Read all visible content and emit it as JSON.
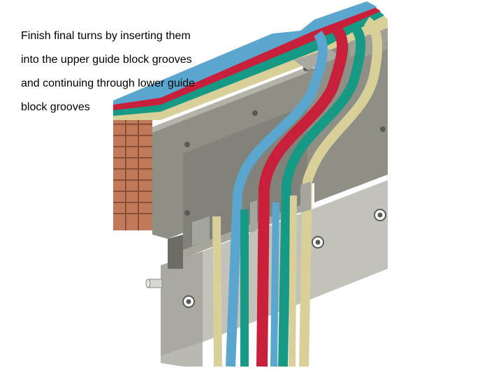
{
  "caption": {
    "lines": [
      "Finish final turns by inserting them",
      "into the upper guide block grooves",
      "and continuing through lower guide",
      "block grooves"
    ]
  },
  "colors": {
    "blue_strip": "#5aa6cf",
    "red_strip": "#c8203a",
    "green_strip": "#169a86",
    "tan_strip": "#d9d099",
    "block_front": "#8f8f86",
    "block_side": "#6d6d66",
    "block_top": "#b3b3aa",
    "brick": "#c07a5a",
    "lower_plate": "#c2c2bb"
  },
  "icons": {
    "bolt": "screw-hole-icon",
    "pin": "alignment-pin-icon"
  }
}
